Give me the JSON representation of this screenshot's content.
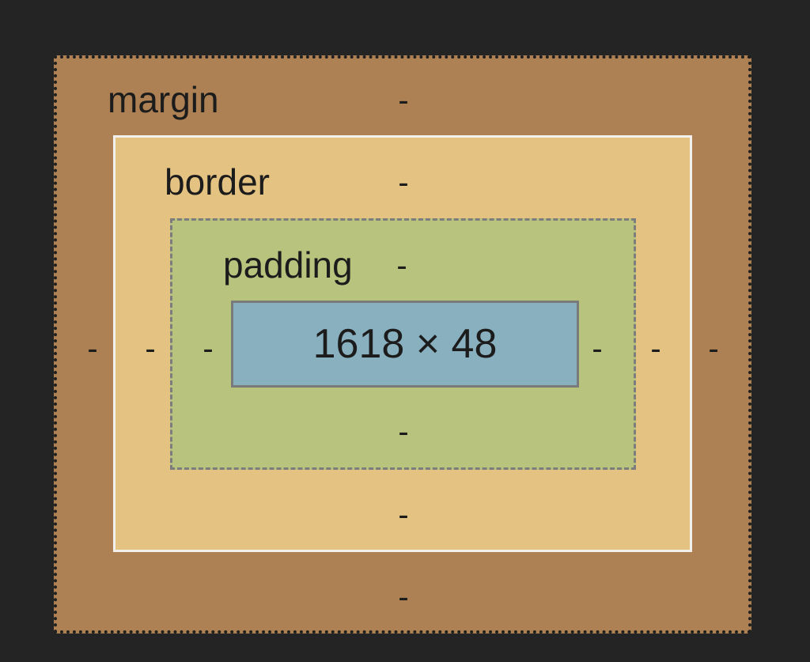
{
  "box_model": {
    "margin": {
      "label": "margin",
      "top": "-",
      "right": "-",
      "bottom": "-",
      "left": "-",
      "color": "#ad8153"
    },
    "border": {
      "label": "border",
      "top": "-",
      "right": "-",
      "bottom": "-",
      "left": "-",
      "color": "#e4c382"
    },
    "padding": {
      "label": "padding",
      "top": "-",
      "right": "-",
      "bottom": "-",
      "left": "-",
      "color": "#b8c47e"
    },
    "content": {
      "size": "1618 × 48",
      "color": "#88b0bf"
    }
  }
}
